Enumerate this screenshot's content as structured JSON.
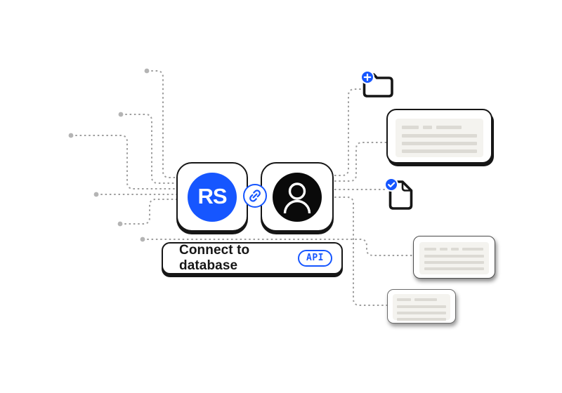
{
  "colors": {
    "accent": "#1656ff",
    "ink": "#161616",
    "line": "#9e9e9e",
    "panel_bg": "#f4f3ef",
    "bar": "#dcdad4"
  },
  "connector": {
    "source_logo_text": "RS",
    "caption_label": "Connect to database",
    "api_badge_label": "API"
  },
  "placeholder_cards": [
    {
      "name": "doc-card-top",
      "segments": [
        24,
        13,
        36
      ],
      "lines": 3
    },
    {
      "name": "doc-card-mid",
      "segments": [
        17,
        11,
        11,
        30
      ],
      "lines": 3
    },
    {
      "name": "doc-card-low",
      "segments": [
        20,
        32
      ],
      "lines": 3
    }
  ]
}
